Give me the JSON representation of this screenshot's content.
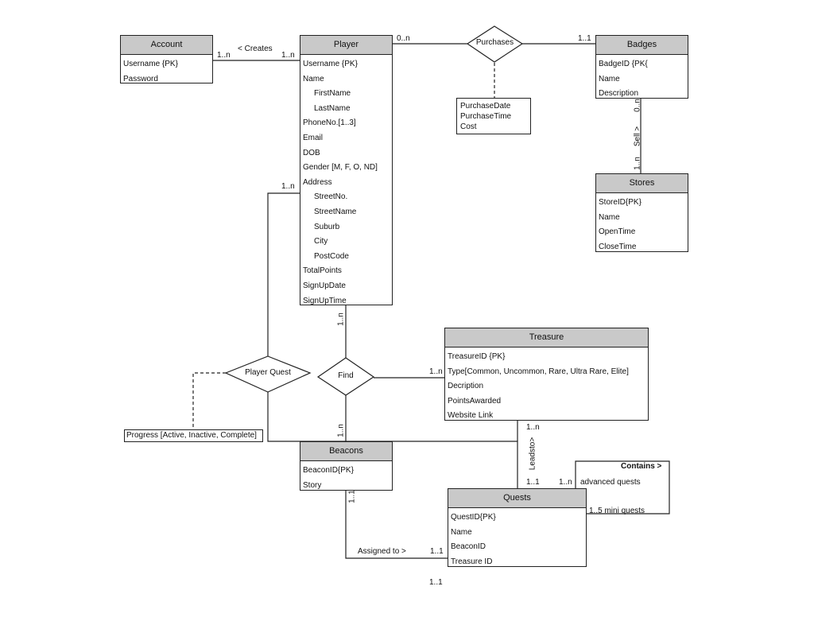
{
  "entities": {
    "account": {
      "title": "Account",
      "attrs": [
        "Username {PK}",
        "Password"
      ]
    },
    "player": {
      "title": "Player",
      "attrs": [
        "Username {PK}",
        "Name",
        "FirstName",
        "LastName",
        "PhoneNo.[1..3]",
        "Email",
        "DOB",
        "Gender [M, F, O, ND]",
        "Address",
        "StreetNo.",
        "StreetName",
        "Suburb",
        "City",
        "PostCode",
        "TotalPoints",
        "SignUpDate",
        "SignUpTime"
      ]
    },
    "badges": {
      "title": "Badges",
      "attrs": [
        "BadgeID {PK{",
        "Name",
        "Description"
      ]
    },
    "stores": {
      "title": "Stores",
      "attrs": [
        "StoreID{PK}",
        "Name",
        "OpenTime",
        "CloseTime"
      ]
    },
    "treasure": {
      "title": "Treasure",
      "attrs": [
        "TreasureID {PK}",
        "Type[Common, Uncommon, Rare, Ultra Rare, Elite]",
        "Decription",
        "PointsAwarded",
        "Website Link"
      ]
    },
    "beacons": {
      "title": "Beacons",
      "attrs": [
        "BeaconID{PK}",
        "Story"
      ]
    },
    "quests": {
      "title": "Quests",
      "attrs": [
        "QuestID{PK}",
        "Name",
        "BeaconID",
        "Treasure ID"
      ]
    }
  },
  "relationships": {
    "purchases": "Purchases",
    "player_quest": "Player Quest",
    "find": "Find"
  },
  "notes": {
    "purchases_attrs": [
      "PurchaseDate",
      "PurchaseTime",
      "Cost"
    ],
    "progress": "Progress [Active, Inactive, Complete]",
    "contains_title": "Contains >",
    "contains_advanced": "advanced quests",
    "contains_mini": "1..5 mini quests"
  },
  "labels": {
    "creates": "< Creates",
    "account_creates_mult": "1..n",
    "player_creates_mult": "1..n",
    "player_purchases_mult": "0..n",
    "badges_purchases_mult": "1..1",
    "badges_sell_mult": "0..n",
    "sell": "Sell >",
    "stores_sell_mult": "1..n",
    "player_quest_mult": "1..n",
    "player_find_mult": "1..n",
    "treasure_find_mult": "1..n",
    "beacons_find_mult": "1..n",
    "treasure_leads_mult": "1..n",
    "leadsto": "Leadsto>",
    "quests_leads_mult": "1..1",
    "quests_contains_mult": "1..n",
    "beacons_assigned_mult": "1..1",
    "assigned_to": "Assigned to >",
    "quests_assigned_mult": "1..1",
    "stray_mult": "1..1"
  },
  "colors": {
    "header": "#c9c9c9",
    "line": "#222222",
    "background": "#ffffff"
  }
}
